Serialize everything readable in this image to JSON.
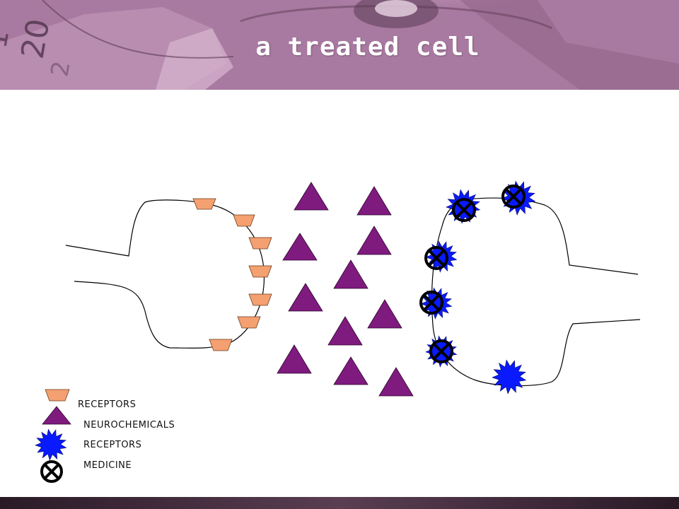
{
  "title": "a treated cell",
  "colors": {
    "receptor_presynaptic": "#f4a070",
    "neurochemical": "#7f1a7f",
    "receptor_postsynaptic": "#0a1aff",
    "medicine_stroke": "#000000",
    "header_tint": "#b786ad"
  },
  "legend": [
    {
      "icon": "trapezoid-receptor-icon",
      "label": "RECEPTORS"
    },
    {
      "icon": "triangle-neurochemical-icon",
      "label": "NEUROCHEMICALS"
    },
    {
      "icon": "starburst-receptor-icon",
      "label": "RECEPTORS"
    },
    {
      "icon": "circle-x-medicine-icon",
      "label": "MEDICINE"
    }
  ],
  "header_decoration": {
    "digits": [
      "1",
      "20",
      "2"
    ],
    "icon": "gauge-photo-decoration"
  }
}
